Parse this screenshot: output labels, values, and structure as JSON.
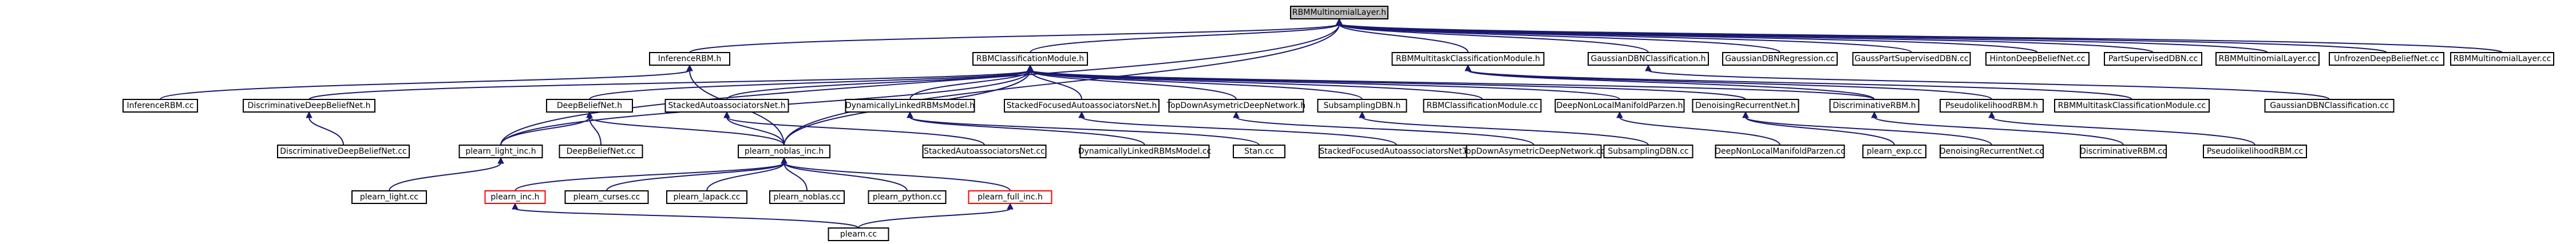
{
  "graph": {
    "colors": {
      "edge": "#191970",
      "node_border": "#000000",
      "missing_border": "#ff0000",
      "root_fill": "#bfbfbf",
      "node_fill": "#ffffff"
    },
    "nodes": [
      {
        "id": "n0",
        "label": "RBMMultinomialLayer.h",
        "kind": "root"
      },
      {
        "id": "n1",
        "label": "InferenceRBM.h"
      },
      {
        "id": "n2",
        "label": "RBMClassificationModule.h"
      },
      {
        "id": "n3",
        "label": "RBMMultitaskClassificationModule.h"
      },
      {
        "id": "n4",
        "label": "GaussianDBNClassification.h"
      },
      {
        "id": "n5",
        "label": "GaussianDBNRegression.cc"
      },
      {
        "id": "n6",
        "label": "GaussPartSupervisedDBN.cc"
      },
      {
        "id": "n7",
        "label": "HintonDeepBeliefNet.cc"
      },
      {
        "id": "n8",
        "label": "PartSupervisedDBN.cc"
      },
      {
        "id": "n9",
        "label": "RBMMultinomialLayer.cc"
      },
      {
        "id": "n10",
        "label": "UnfrozenDeepBeliefNet.cc"
      },
      {
        "id": "n11",
        "label": "RBMMultinomialLayer.cc"
      },
      {
        "id": "n12",
        "label": "InferenceRBM.cc"
      },
      {
        "id": "n13",
        "label": "DiscriminativeDeepBeliefNet.h"
      },
      {
        "id": "n14",
        "label": "DeepBeliefNet.h"
      },
      {
        "id": "n15",
        "label": "StackedAutoassociatorsNet.h"
      },
      {
        "id": "n16",
        "label": "DynamicallyLinkedRBMsModel.h"
      },
      {
        "id": "n17",
        "label": "StackedFocusedAutoassociatorsNet.h"
      },
      {
        "id": "n18",
        "label": "TopDownAsymetricDeepNetwork.h"
      },
      {
        "id": "n19",
        "label": "SubsamplingDBN.h"
      },
      {
        "id": "n20",
        "label": "RBMClassificationModule.cc"
      },
      {
        "id": "n21",
        "label": "DeepNonLocalManifoldParzen.h"
      },
      {
        "id": "n22",
        "label": "DenoisingRecurrentNet.h"
      },
      {
        "id": "n23",
        "label": "DiscriminativeRBM.h"
      },
      {
        "id": "n24",
        "label": "PseudolikelihoodRBM.h"
      },
      {
        "id": "n25",
        "label": "RBMMultitaskClassificationModule.cc"
      },
      {
        "id": "n26",
        "label": "GaussianDBNClassification.cc"
      },
      {
        "id": "n27",
        "label": "DiscriminativeDeepBeliefNet.cc"
      },
      {
        "id": "n28",
        "label": "plearn_light_inc.h"
      },
      {
        "id": "n29",
        "label": "DeepBeliefNet.cc"
      },
      {
        "id": "n30",
        "label": "plearn_noblas_inc.h"
      },
      {
        "id": "n31",
        "label": "StackedAutoassociatorsNet.cc"
      },
      {
        "id": "n32",
        "label": "DynamicallyLinkedRBMsModel.cc"
      },
      {
        "id": "n33",
        "label": "Stan.cc"
      },
      {
        "id": "n34",
        "label": "StackedFocusedAutoassociatorsNet.cc"
      },
      {
        "id": "n35",
        "label": "TopDownAsymetricDeepNetwork.cc"
      },
      {
        "id": "n36",
        "label": "SubsamplingDBN.cc"
      },
      {
        "id": "n37",
        "label": "DeepNonLocalManifoldParzen.cc"
      },
      {
        "id": "n38",
        "label": "plearn_exp.cc"
      },
      {
        "id": "n39",
        "label": "DenoisingRecurrentNet.cc"
      },
      {
        "id": "n40",
        "label": "DiscriminativeRBM.cc"
      },
      {
        "id": "n41",
        "label": "PseudolikelihoodRBM.cc"
      },
      {
        "id": "n42",
        "label": "plearn_light.cc"
      },
      {
        "id": "n43",
        "label": "plearn_inc.h",
        "kind": "missing"
      },
      {
        "id": "n44",
        "label": "plearn_curses.cc"
      },
      {
        "id": "n45",
        "label": "plearn_lapack.cc"
      },
      {
        "id": "n46",
        "label": "plearn_noblas.cc"
      },
      {
        "id": "n47",
        "label": "plearn_python.cc"
      },
      {
        "id": "n48",
        "label": "plearn_full_inc.h",
        "kind": "missing"
      },
      {
        "id": "n49",
        "label": "plearn.cc"
      }
    ],
    "edges": [
      [
        "n0",
        "n1"
      ],
      [
        "n0",
        "n2"
      ],
      [
        "n0",
        "n3"
      ],
      [
        "n0",
        "n4"
      ],
      [
        "n0",
        "n5"
      ],
      [
        "n0",
        "n6"
      ],
      [
        "n0",
        "n7"
      ],
      [
        "n0",
        "n8"
      ],
      [
        "n0",
        "n9"
      ],
      [
        "n0",
        "n10"
      ],
      [
        "n0",
        "n11"
      ],
      [
        "n0",
        "n28"
      ],
      [
        "n0",
        "n30"
      ],
      [
        "n1",
        "n12"
      ],
      [
        "n1",
        "n30"
      ],
      [
        "n2",
        "n13"
      ],
      [
        "n2",
        "n14"
      ],
      [
        "n2",
        "n15"
      ],
      [
        "n2",
        "n16"
      ],
      [
        "n2",
        "n17"
      ],
      [
        "n2",
        "n18"
      ],
      [
        "n2",
        "n19"
      ],
      [
        "n2",
        "n20"
      ],
      [
        "n2",
        "n21"
      ],
      [
        "n2",
        "n22"
      ],
      [
        "n2",
        "n23"
      ],
      [
        "n2",
        "n28"
      ],
      [
        "n2",
        "n30"
      ],
      [
        "n3",
        "n23"
      ],
      [
        "n3",
        "n24"
      ],
      [
        "n3",
        "n25"
      ],
      [
        "n4",
        "n26"
      ],
      [
        "n13",
        "n27"
      ],
      [
        "n14",
        "n28"
      ],
      [
        "n14",
        "n29"
      ],
      [
        "n14",
        "n30"
      ],
      [
        "n15",
        "n30"
      ],
      [
        "n15",
        "n31"
      ],
      [
        "n16",
        "n32"
      ],
      [
        "n16",
        "n33"
      ],
      [
        "n17",
        "n34"
      ],
      [
        "n18",
        "n35"
      ],
      [
        "n19",
        "n36"
      ],
      [
        "n21",
        "n37"
      ],
      [
        "n22",
        "n38"
      ],
      [
        "n22",
        "n39"
      ],
      [
        "n23",
        "n40"
      ],
      [
        "n24",
        "n41"
      ],
      [
        "n28",
        "n42"
      ],
      [
        "n30",
        "n43"
      ],
      [
        "n30",
        "n44"
      ],
      [
        "n30",
        "n45"
      ],
      [
        "n30",
        "n46"
      ],
      [
        "n30",
        "n47"
      ],
      [
        "n30",
        "n48"
      ],
      [
        "n43",
        "n49"
      ],
      [
        "n48",
        "n49"
      ]
    ]
  }
}
